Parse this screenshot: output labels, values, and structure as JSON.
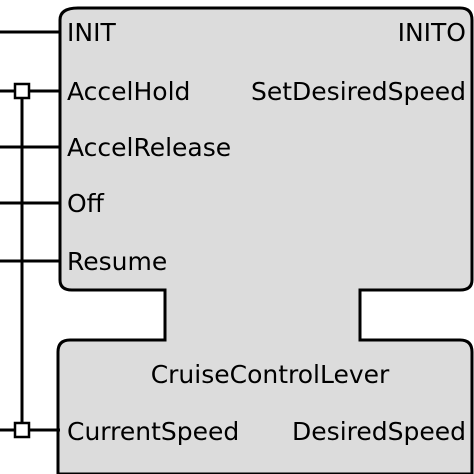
{
  "block": {
    "fill_color": "#dcdcdc",
    "stroke_color": "#000000",
    "event_inputs": [
      "INIT",
      "AccelHold",
      "AccelRelease",
      "Off",
      "Resume"
    ],
    "event_outputs": [
      "INITO",
      "SetDesiredSpeed"
    ],
    "type_name": "CruiseControlLever",
    "data_inputs": [
      "CurrentSpeed"
    ],
    "data_outputs": [
      "DesiredSpeed"
    ],
    "association_markers": [
      "with-connector-square",
      "with-connector-square"
    ]
  }
}
